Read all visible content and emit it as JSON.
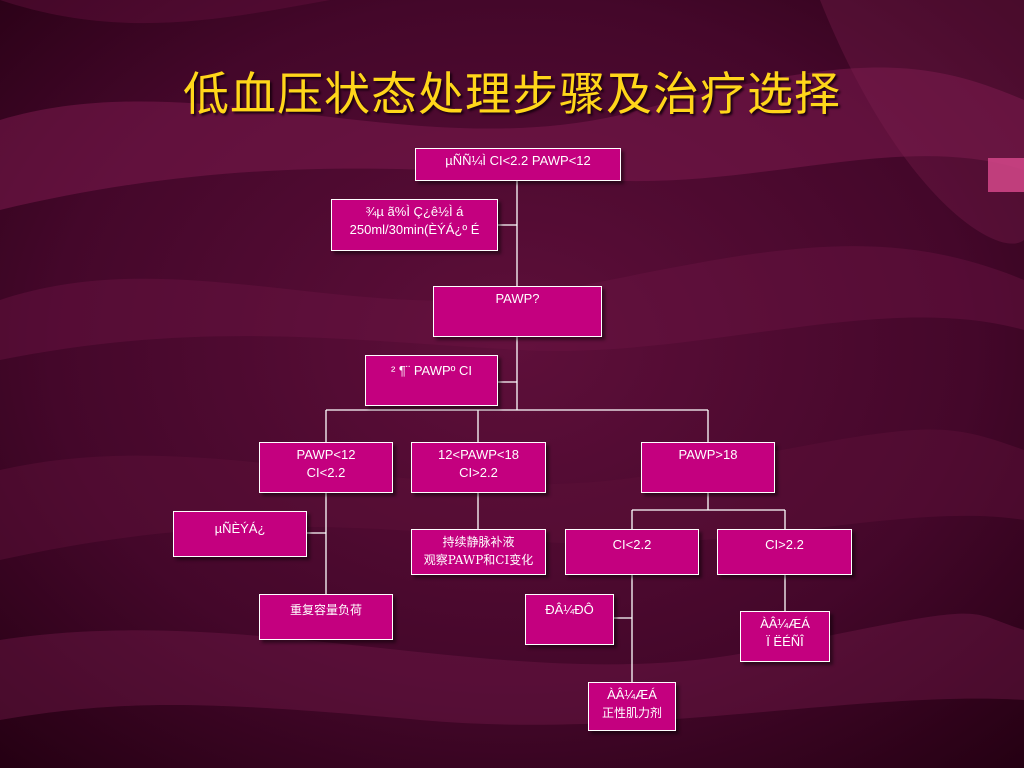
{
  "slide": {
    "title": "低血压状态处理步骤及治疗选择"
  },
  "colors": {
    "background": "#3b0022",
    "node_fill": "#c4007f",
    "title": "#ffd61a",
    "connector": "#ffffff"
  },
  "diagram": {
    "nodes": {
      "start": [
        "µÑÑ¼Ì  CI<2.2 PAWP<12"
      ],
      "fluid_challenge": [
        "¾µ ã%Ì  Ç¿ê½Ì  á",
        "250ml/30min(ÈÝÁ¿º É"
      ],
      "pawp_check": [
        "PAWP?"
      ],
      "measure": [
        "²  ¶¨ PAWPº  CI"
      ],
      "low_pawp": [
        "PAWP<12",
        "CI<2.2"
      ],
      "mid_pawp": [
        "12<PAWP<18",
        "CI>2.2"
      ],
      "high_pawp": [
        "PAWP>18"
      ],
      "low_volume": [
        "µÑÈÝÁ¿"
      ],
      "continue_fluid": [
        "持续静脉补液",
        "观察PAWP和CI变化"
      ],
      "ci_low": [
        "CI<2.2"
      ],
      "ci_high": [
        "CI>2.2"
      ],
      "repeat_load": [
        "重复容量负荷"
      ],
      "vasodilator": [
        "ÐÂ¼ÐÔ"
      ],
      "diuretic": [
        "ÀÂ¼ÆÁ",
        "Ï ËÉÑÎ"
      ],
      "inotrope": [
        "ÀÂ¼ÆÁ",
        "正性肌力剂"
      ]
    }
  }
}
